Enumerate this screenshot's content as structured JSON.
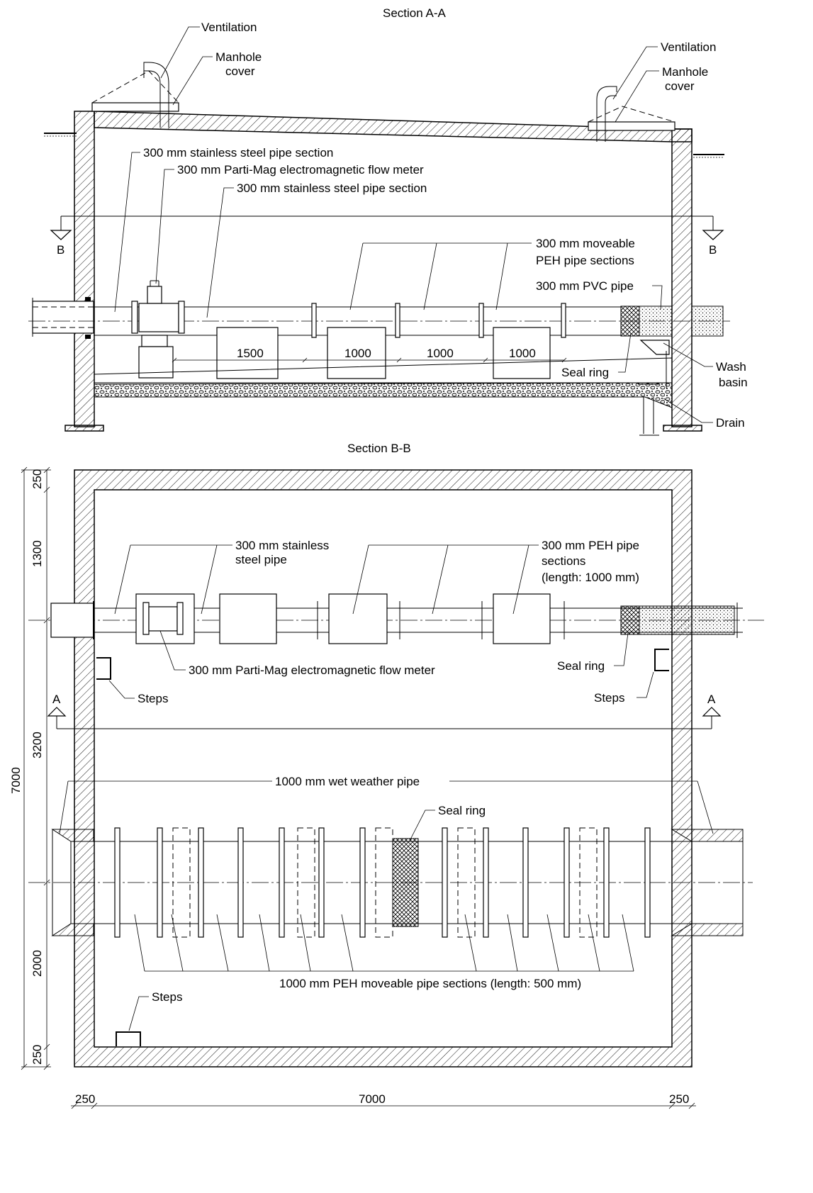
{
  "section_a": {
    "title": "Section A-A",
    "ventilation_left": "Ventilation",
    "manhole_left_1": "Manhole",
    "manhole_left_2": "cover",
    "ventilation_right": "Ventilation",
    "manhole_right_1": "Manhole",
    "manhole_right_2": "cover",
    "ss_pipe_1": "300 mm stainless steel pipe section",
    "flow_meter": "300 mm Parti-Mag electromagnetic flow meter",
    "ss_pipe_2": "300 mm stainless steel pipe section",
    "peh_1": "300 mm moveable",
    "peh_2": "PEH pipe sections",
    "pvc": "300 mm PVC pipe",
    "seal_ring": "Seal ring",
    "wash_1": "Wash",
    "wash_2": "basin",
    "drain": "Drain",
    "cut_b_left": "B",
    "cut_b_right": "B",
    "dims": [
      "1500",
      "1000",
      "1000",
      "1000"
    ]
  },
  "section_b": {
    "title": "Section B-B",
    "ss_pipe_1": "300 mm stainless",
    "ss_pipe_2": "steel pipe",
    "peh_1": "300 mm PEH pipe",
    "peh_2": "sections",
    "peh_3": "(length: 1000 mm)",
    "flow_meter": "300 mm Parti-Mag electromagnetic flow meter",
    "seal_ring_top": "Seal ring",
    "steps_left": "Steps",
    "steps_right": "Steps",
    "steps_bottom": "Steps",
    "cut_a_left": "A",
    "cut_a_right": "A",
    "wet_weather": "1000 mm wet weather pipe",
    "seal_ring_mid": "Seal ring",
    "moveable": "1000 mm PEH moveable pipe sections (length: 500 mm)",
    "dims_vertical": [
      "250",
      "1300",
      "3200",
      "2000",
      "250"
    ],
    "dim_total_vertical": "7000",
    "dims_horizontal": [
      "250",
      "7000",
      "250"
    ]
  }
}
